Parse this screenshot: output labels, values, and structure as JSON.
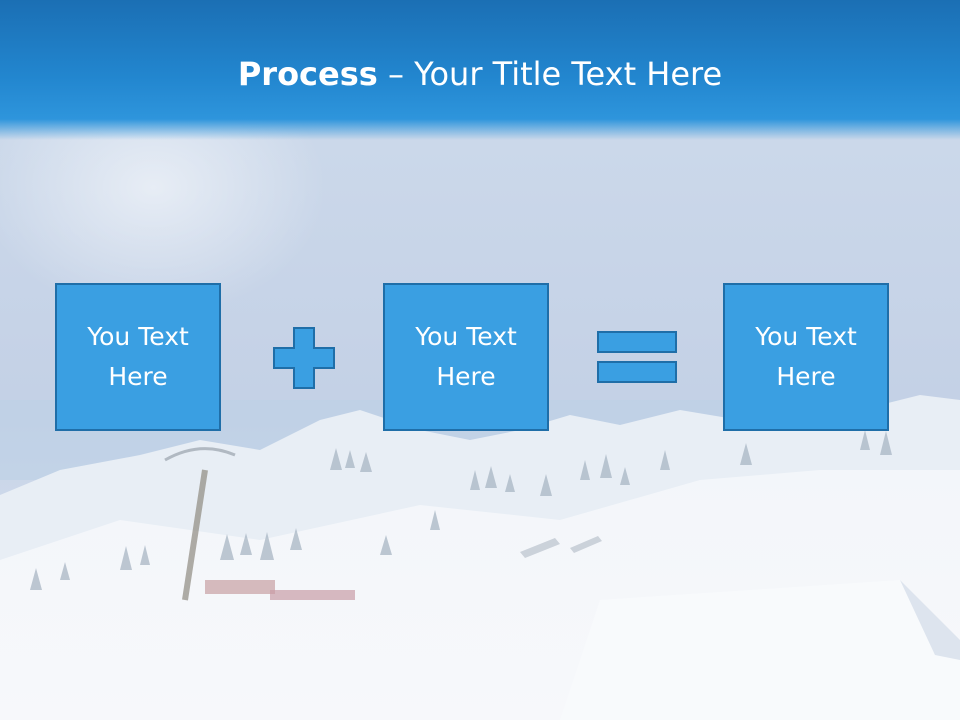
{
  "slide": {
    "title_bold": "Process",
    "title_rest": " – Your Title Text Here"
  },
  "process": {
    "boxes": [
      {
        "line1": "You Text",
        "line2": "Here"
      },
      {
        "line1": "You Text",
        "line2": "Here"
      },
      {
        "line1": "You Text",
        "line2": "Here"
      }
    ],
    "operators": [
      "plus-icon",
      "equals-icon"
    ]
  },
  "colors": {
    "title_bar": "#1f7fc8",
    "box_fill": "#3a9fe2",
    "box_border": "#1f6ea8",
    "text": "#ffffff"
  }
}
